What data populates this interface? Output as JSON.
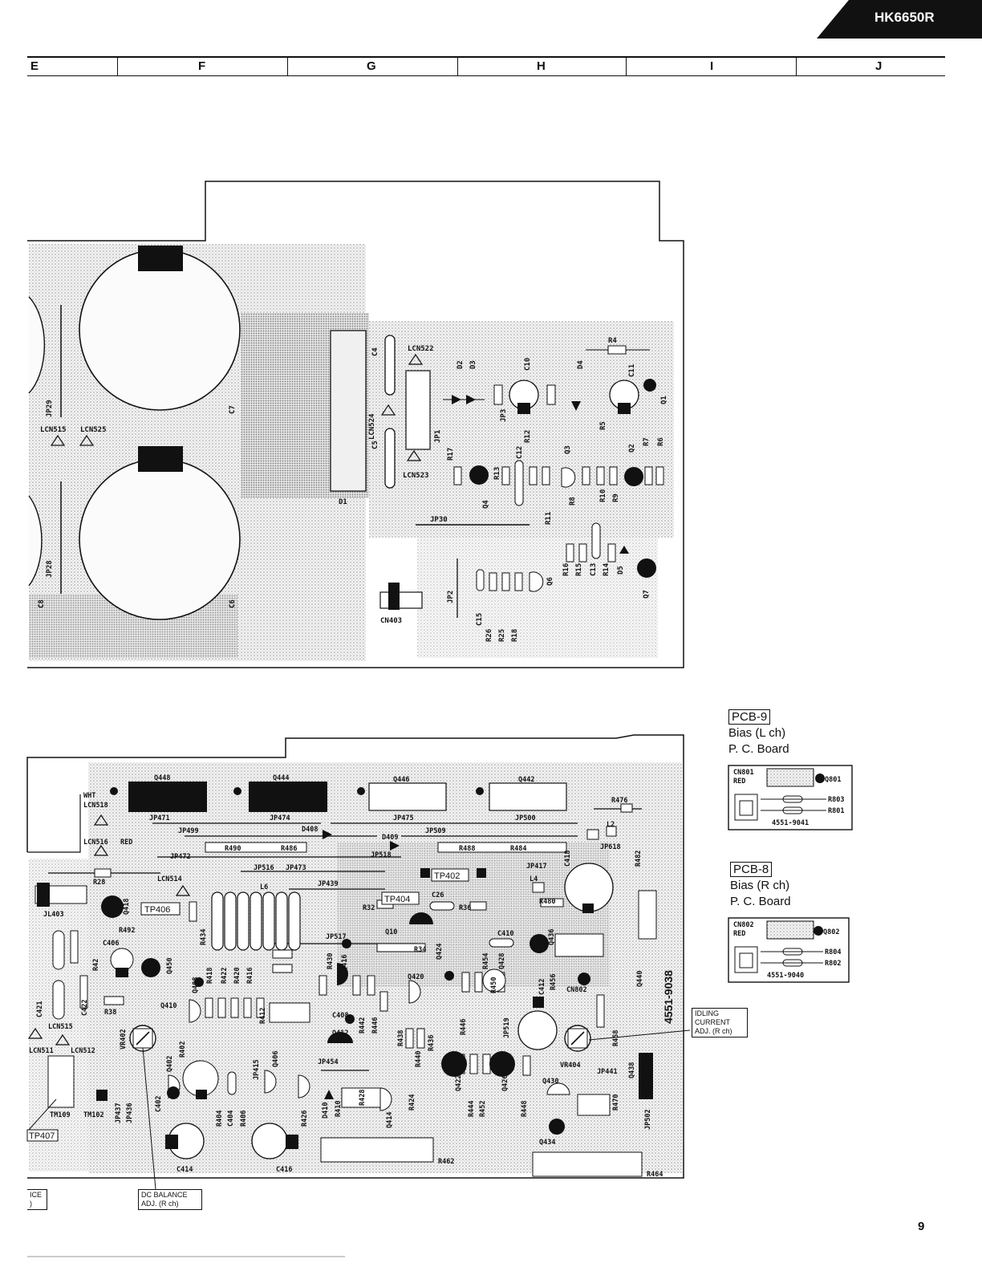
{
  "header": {
    "model": "HK6650R",
    "columns": [
      "E",
      "F",
      "G",
      "H",
      "I",
      "J"
    ]
  },
  "upper_board": {
    "labels": [
      "LCN522",
      "LCN524",
      "LCN523",
      "LCN515",
      "LCN525",
      "JP29",
      "JP28",
      "JP30",
      "JP2",
      "CN403",
      "C4",
      "C5",
      "C7",
      "C6",
      "C8",
      "D1",
      "R4",
      "C11",
      "C10",
      "R17",
      "R13",
      "C12",
      "R12",
      "R11",
      "R10",
      "R9",
      "R8",
      "R7",
      "R6",
      "R5",
      "Q1",
      "Q2",
      "Q3",
      "Q4",
      "Q6",
      "Q7",
      "R16",
      "R15",
      "C13",
      "R14",
      "D5",
      "C15",
      "R26",
      "R25",
      "R18",
      "JP1",
      "JP3",
      "D4",
      "D2",
      "D3"
    ]
  },
  "lower_board": {
    "labels": [
      "Q448",
      "Q444",
      "Q446",
      "Q442",
      "WHT",
      "LCN518",
      "JP471",
      "JP474",
      "JP475",
      "JP500",
      "R476",
      "JP499",
      "D408",
      "JP509",
      "L2",
      "LCN516",
      "RED",
      "JP472",
      "R490",
      "R486",
      "D409",
      "R488",
      "R484",
      "JP618",
      "R482",
      "JP516",
      "JP473",
      "JP518",
      "JP417",
      "C418",
      "R28",
      "LCN514",
      "L6",
      "JP439",
      "TP402",
      "L4",
      "TP406",
      "TP404",
      "C26",
      "R480",
      "Q418",
      "R32",
      "R36",
      "JL403",
      "R492",
      "R434",
      "JP517",
      "Q10",
      "C410",
      "Q436",
      "C406",
      "R34",
      "Q440",
      "Q450",
      "R418",
      "R422",
      "R420",
      "R416",
      "R430",
      "R454",
      "Q428",
      "Q420",
      "Q424",
      "R42",
      "C421",
      "Q408",
      "R456",
      "C412",
      "CN802",
      "C422",
      "R38",
      "Q410",
      "Q416",
      "R450",
      "R412",
      "C408",
      "R438",
      "R446",
      "JP519",
      "R458",
      "LCN515",
      "VR402",
      "R402",
      "Q412",
      "R442",
      "R446",
      "LCN512",
      "LCN511",
      "Q406",
      "R440",
      "R436",
      "VR404",
      "Q438",
      "JP415",
      "JP454",
      "Q422",
      "Q426",
      "JP441",
      "Q402",
      "Q430",
      "C402",
      "R444",
      "R452",
      "R448",
      "TM109",
      "TM102",
      "JP437",
      "JP436",
      "R404",
      "C404",
      "R406",
      "R426",
      "D410",
      "R410",
      "R428",
      "Q414",
      "R424",
      "R470",
      "JP502",
      "TP407",
      "Q434",
      "C414",
      "C416",
      "R462",
      "R464"
    ],
    "board_number": "4551-9038"
  },
  "callouts": {
    "idling": [
      "IDLING",
      "CURRENT",
      "ADJ. (R ch)"
    ],
    "dc_balance": [
      "DC BALANCE",
      "ADJ. (R ch)"
    ],
    "left_clip": [
      "ICE",
      ")"
    ]
  },
  "pcb9": {
    "tag": "PCB-9",
    "line1": "Bias (L ch)",
    "line2": "P. C. Board",
    "cn": "CN801",
    "red": "RED",
    "q": "Q801",
    "r1": "R803",
    "r2": "R801",
    "num": "4551-9041"
  },
  "pcb8": {
    "tag": "PCB-8",
    "line1": "Bias (R ch)",
    "line2": "P. C. Board",
    "cn": "CN802",
    "red": "RED",
    "q": "Q802",
    "r1": "R804",
    "r2": "R802",
    "num": "4551-9040"
  },
  "page_number": "9"
}
